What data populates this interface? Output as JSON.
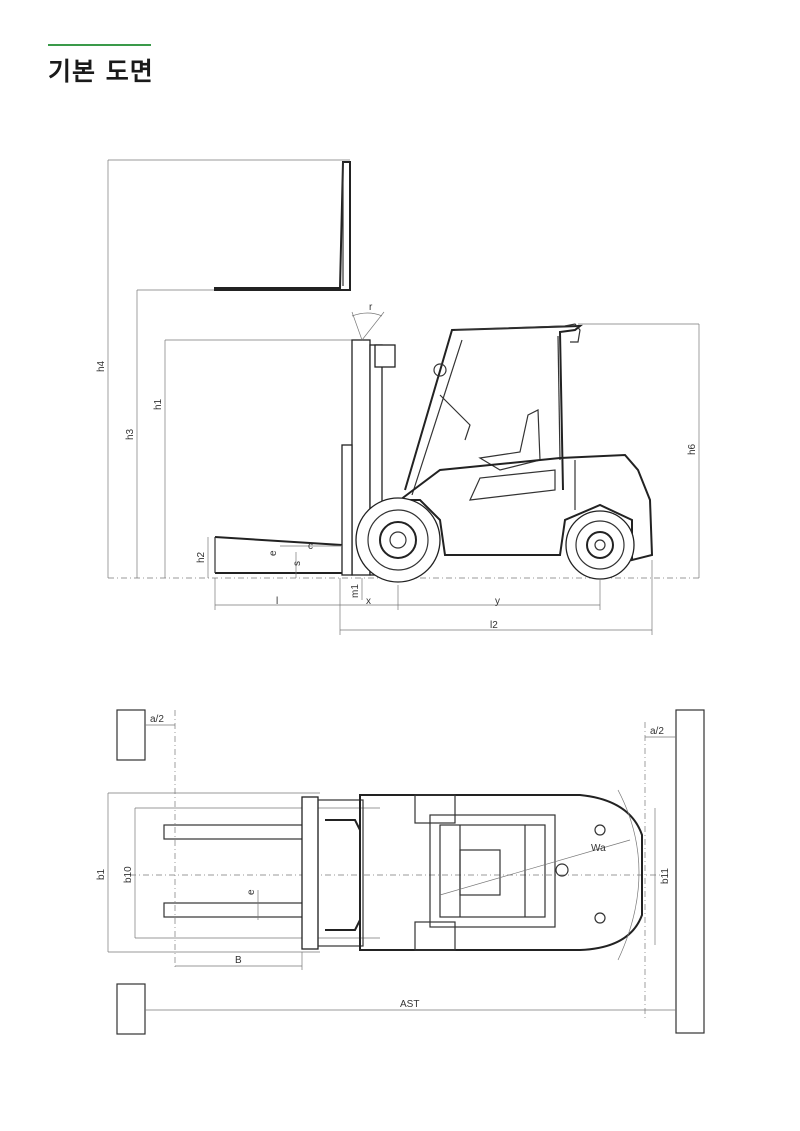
{
  "page": {
    "title": "기본 도면"
  },
  "side_view": {
    "dimensions": {
      "h4": "h4",
      "h3": "h3",
      "h1": "h1",
      "h2": "h2",
      "h6": "h6",
      "c": "c",
      "s": "s",
      "e": "e",
      "m1": "m1",
      "l": "l",
      "x": "x",
      "y": "y",
      "l2": "l2",
      "tilt": "r"
    }
  },
  "top_view": {
    "dimensions": {
      "a2_left": "a/2",
      "a2_right": "a/2",
      "b1": "b1",
      "b10": "b10",
      "b11": "b11",
      "e": "e",
      "B": "B",
      "Wa": "Wa",
      "AST": "AST"
    }
  }
}
